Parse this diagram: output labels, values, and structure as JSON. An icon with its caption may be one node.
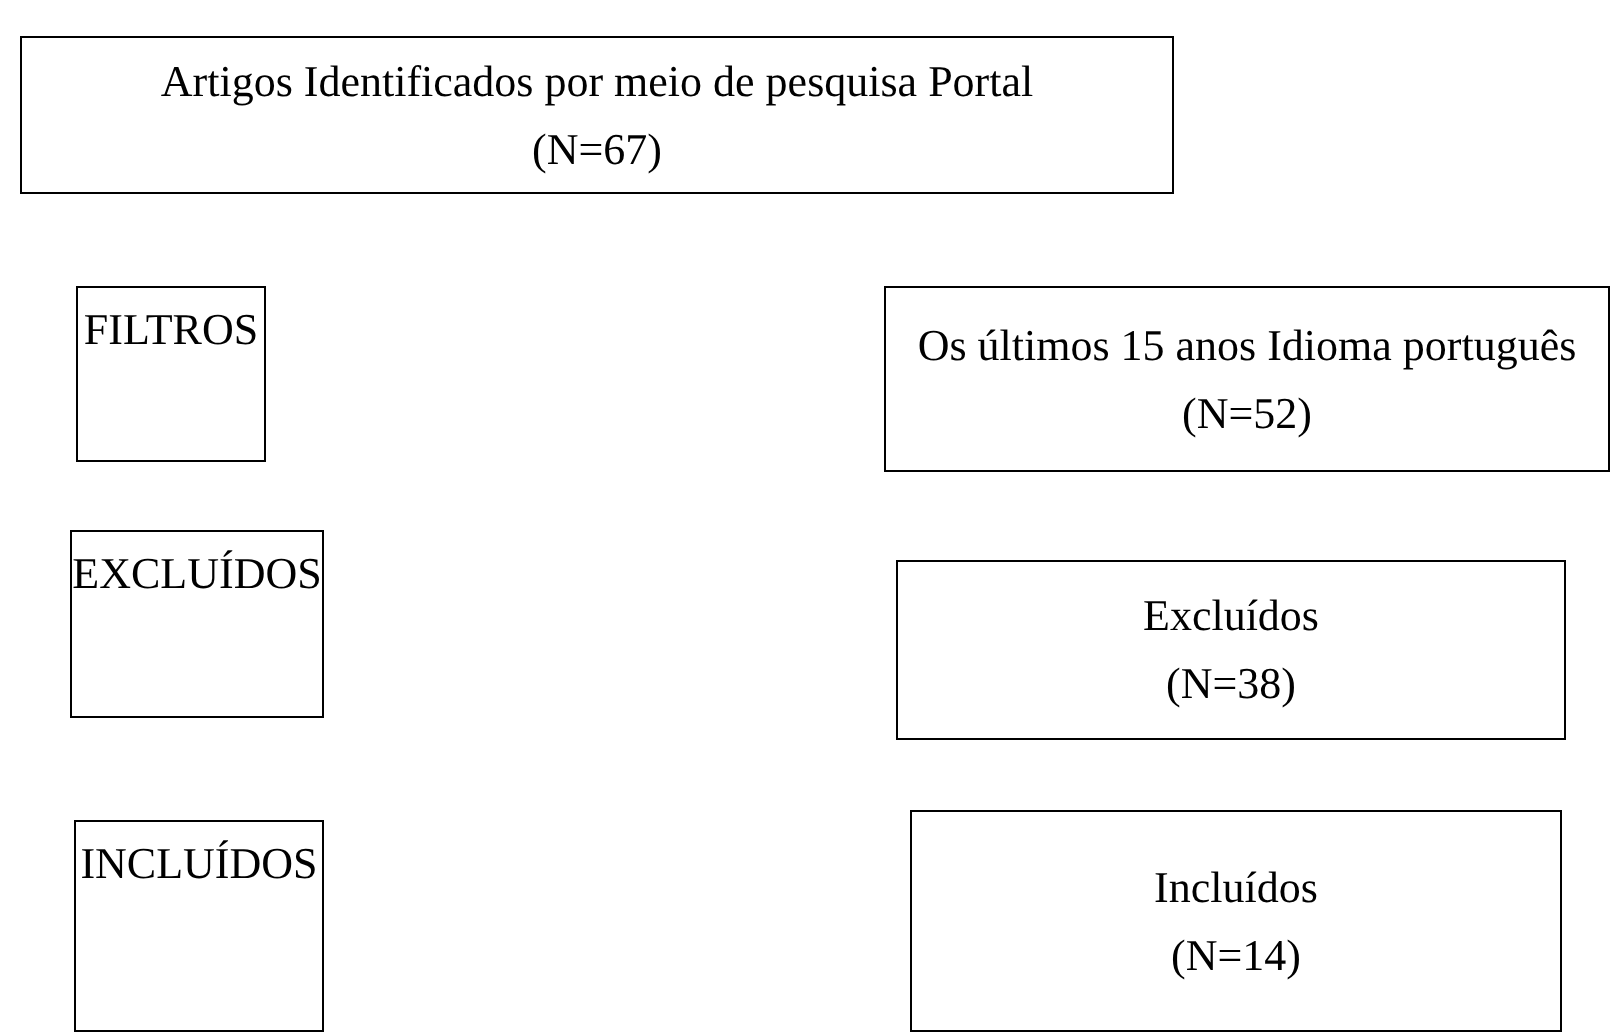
{
  "diagram": {
    "nodes": [
      {
        "text": [
          "Artigos Identificados por meio de pesquisa Portal (N=67)"
        ]
      },
      {
        "text": [
          "FILTROS"
        ]
      },
      {
        "text": [
          "Os últimos 15 anos Idioma português (N=52)"
        ]
      },
      {
        "text": [
          "EXCLUÍDOS"
        ]
      },
      {
        "text": [
          "Excluídos (N=38)"
        ]
      },
      {
        "text": [
          "INCLUÍDOS"
        ]
      },
      {
        "text": [
          "Incluídos (N=14)"
        ]
      }
    ]
  }
}
